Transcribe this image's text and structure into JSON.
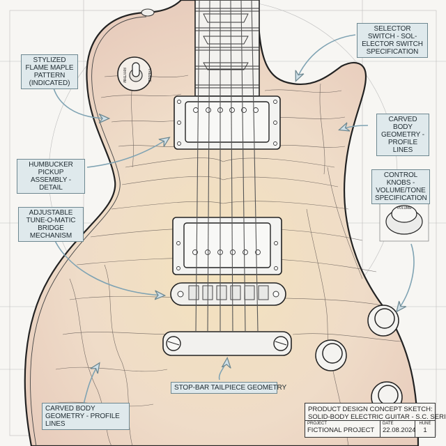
{
  "drawing": {
    "subject": "Solid-body electric guitar concept sketch",
    "colors": {
      "paper": "#f7f6f3",
      "body_wash": "#ecd7c5",
      "body_wash_warm": "#f3e2bd",
      "ink": "#2b2b2b",
      "grid": "#b8b8b8",
      "callout_fill": "#dfe9ec",
      "callout_border": "#6d8790",
      "arrow": "#7fa3b3"
    },
    "pickup_switch_labels": {
      "left": "RHYTHM",
      "right": "TREBLE"
    },
    "knob_label": "VOLUME"
  },
  "callouts": [
    {
      "id": "flame-maple",
      "text": "STYLIZED FLAME MAPLE PATTERN (INDICATED)"
    },
    {
      "id": "selector-switch",
      "text": "SELECTOR SWITCH - SOL-ELECTOR SWITCH SPECIFICATION"
    },
    {
      "id": "carved-body-right",
      "text": "CARVED BODY GEOMETRY - PROFILE LINES"
    },
    {
      "id": "humbucker",
      "text": "HUMBUCKER PICKUP ASSEMBLY - DETAIL"
    },
    {
      "id": "control-knobs",
      "text": "CONTROL KNOBS - VOLUME/TONE SPECIFICATION"
    },
    {
      "id": "bridge",
      "text": "ADJUSTABLE TUNE-O-MATIC BRIDGE MECHANISM"
    },
    {
      "id": "tailpiece",
      "text": "STOP-BAR TAILPIECE GEOMETRY"
    },
    {
      "id": "carved-body-left",
      "text": "CARVED BODY GEOMETRY - PROFILE LINES"
    }
  ],
  "title_block": {
    "title_line1": "PRODUCT DESIGN CONCEPT SKETCH:",
    "title_line2": "SOLID-BODY ELECTRIC GUITAR - S.C. SERIES",
    "project_label": "PROJECT",
    "project_value": "FICTIONAL PROJECT",
    "date_label": "DATE",
    "date_value": "22.08.2024",
    "sheet_label": "HUNE",
    "sheet_value": "1"
  }
}
